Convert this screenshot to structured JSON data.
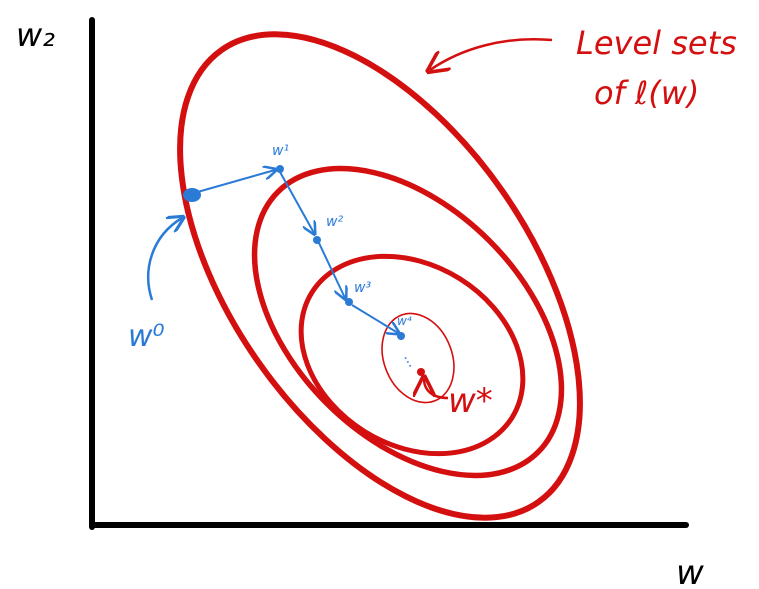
{
  "axes": {
    "y_label": "w₂",
    "x_label": "w"
  },
  "annotation": {
    "line1": "Level sets",
    "line2": "of ℓ(w)"
  },
  "iterates": {
    "w0": "w⁰",
    "w1": "w¹",
    "w2": "w²",
    "w3": "w³",
    "w4": "w⁴",
    "ellipsis": "..."
  },
  "optimum": {
    "label": "w*"
  },
  "colors": {
    "contour": "#d40f0f",
    "iterate": "#2a7bd6",
    "axis": "#000000"
  },
  "contour_count": 4,
  "icons": {
    "annotation_arrow": "curved-arrow-left",
    "w0_arrow": "curved-arrow-up",
    "optimum_arrow": "small-curved-arrow"
  }
}
